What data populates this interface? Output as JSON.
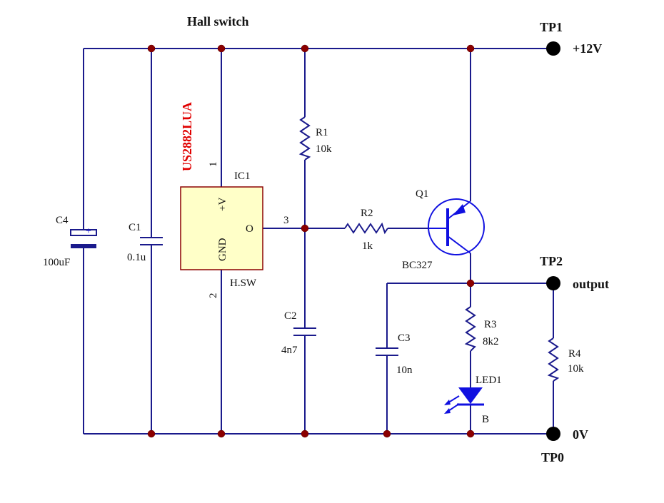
{
  "title": "Hall switch",
  "colors": {
    "wire": "#1a1a8c",
    "junction": "#8b0000",
    "ic_fill": "#ffffc8",
    "ic_border": "#8b0000",
    "highlight": "#e00000",
    "led": "#1010e0"
  },
  "test_points": {
    "tp1": {
      "name": "TP1",
      "label": "+12V"
    },
    "tp2": {
      "name": "TP2",
      "label": "output"
    },
    "tp0": {
      "name": "TP0",
      "label": "0V"
    }
  },
  "ic": {
    "part": "US2882LUA",
    "ref": "IC1",
    "value": "H.SW",
    "pin_vcc": "+V",
    "pin_gnd": "GND",
    "pin_out": "O",
    "pin1": "1",
    "pin2": "2",
    "pin3": "3"
  },
  "components": {
    "c4": {
      "ref": "C4",
      "value": "100uF",
      "symbol": "electrolytic-capacitor",
      "polarity": "+"
    },
    "c1": {
      "ref": "C1",
      "value": "0.1u",
      "symbol": "capacitor"
    },
    "r1": {
      "ref": "R1",
      "value": "10k",
      "symbol": "resistor"
    },
    "c2": {
      "ref": "C2",
      "value": "4n7",
      "symbol": "capacitor"
    },
    "r2": {
      "ref": "R2",
      "value": "1k",
      "symbol": "resistor"
    },
    "q1": {
      "ref": "Q1",
      "value": "BC327",
      "symbol": "pnp-transistor"
    },
    "c3": {
      "ref": "C3",
      "value": "10n",
      "symbol": "capacitor"
    },
    "r3": {
      "ref": "R3",
      "value": "8k2",
      "symbol": "resistor"
    },
    "r4": {
      "ref": "R4",
      "value": "10k",
      "symbol": "resistor"
    },
    "led1": {
      "ref": "LED1",
      "value": "B",
      "symbol": "led"
    }
  }
}
